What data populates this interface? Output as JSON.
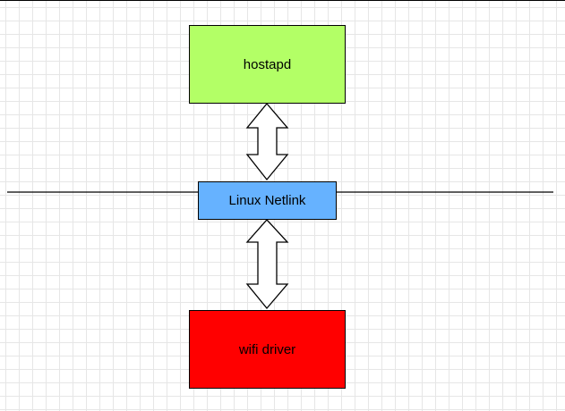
{
  "nodes": {
    "hostapd": {
      "label": "hostapd",
      "fill": "#b3ff66"
    },
    "netlink": {
      "label": "Linux Netlink",
      "fill": "#66b2ff"
    },
    "driver": {
      "label": "wifi driver",
      "fill": "#ff0000"
    }
  },
  "edges": [
    {
      "from": "hostapd",
      "to": "netlink",
      "style": "double-arrow",
      "fill": "#ffffff"
    },
    {
      "from": "netlink",
      "to": "driver",
      "style": "double-arrow",
      "fill": "#ffffff"
    }
  ],
  "divider": {
    "style": "horizontal-line",
    "color": "#000000"
  }
}
